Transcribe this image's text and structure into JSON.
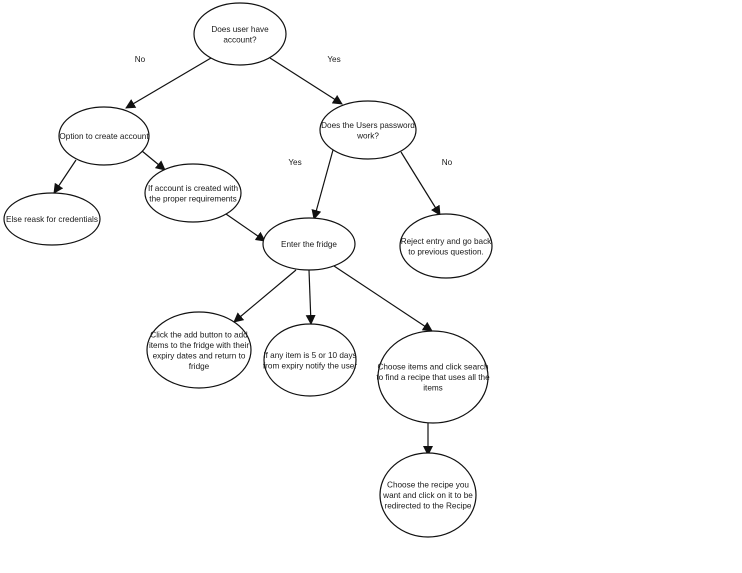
{
  "diagram": {
    "nodes": [
      {
        "id": "has_account",
        "lines": [
          "Does user have",
          "account?"
        ]
      },
      {
        "id": "create_option",
        "lines": [
          "Option to create account"
        ]
      },
      {
        "id": "password_works",
        "lines": [
          "Does the Users password",
          "work?"
        ]
      },
      {
        "id": "reask",
        "lines": [
          "Else reask for credentials"
        ]
      },
      {
        "id": "account_created",
        "lines": [
          "If account is created with",
          "the proper requirements"
        ]
      },
      {
        "id": "enter_fridge",
        "lines": [
          "Enter the fridge"
        ]
      },
      {
        "id": "reject",
        "lines": [
          "Reject entry and go back",
          "to previous question."
        ]
      },
      {
        "id": "add_items",
        "lines": [
          "Click the add button to add",
          "items to the fridge with their",
          "expiry dates and return to",
          "fridge"
        ]
      },
      {
        "id": "notify",
        "lines": [
          "If any item is 5 or 10 days",
          "from expiry notify the user"
        ]
      },
      {
        "id": "search",
        "lines": [
          "Choose items and click search",
          "to find a recipe that uses all the",
          "items"
        ]
      },
      {
        "id": "choose_recipe",
        "lines": [
          "Choose the recipe you",
          "want and click on it to be",
          "redirected to the Recipe"
        ]
      }
    ],
    "edges": [
      {
        "id": "e1",
        "from": "has_account",
        "to": "create_option"
      },
      {
        "id": "e2",
        "from": "has_account",
        "to": "password_works"
      },
      {
        "id": "e3",
        "from": "create_option",
        "to": "reask"
      },
      {
        "id": "e4",
        "from": "create_option",
        "to": "account_created"
      },
      {
        "id": "e5",
        "from": "account_created",
        "to": "enter_fridge"
      },
      {
        "id": "e6",
        "from": "password_works",
        "to": "enter_fridge"
      },
      {
        "id": "e7",
        "from": "password_works",
        "to": "reject"
      },
      {
        "id": "e8",
        "from": "enter_fridge",
        "to": "add_items"
      },
      {
        "id": "e9",
        "from": "enter_fridge",
        "to": "notify"
      },
      {
        "id": "e10",
        "from": "enter_fridge",
        "to": "search"
      },
      {
        "id": "e11",
        "from": "search",
        "to": "choose_recipe"
      }
    ],
    "edge_labels": [
      {
        "id": "no_1",
        "text": "No"
      },
      {
        "id": "yes_1",
        "text": "Yes"
      },
      {
        "id": "yes_2",
        "text": "Yes"
      },
      {
        "id": "no_2",
        "text": "No"
      }
    ]
  }
}
